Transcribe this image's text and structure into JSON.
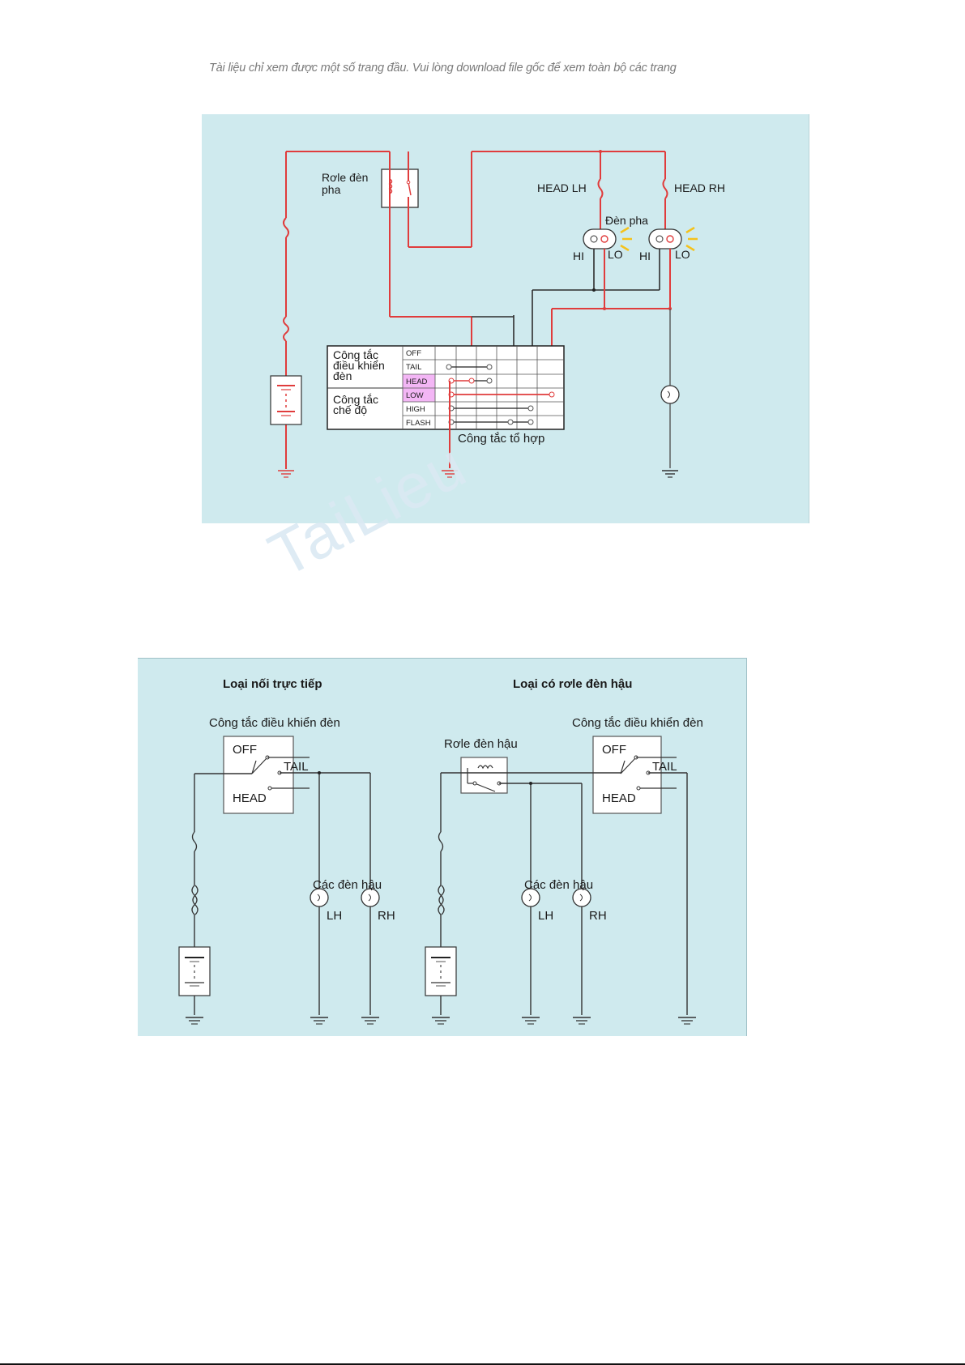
{
  "notice": "Tài liệu chỉ xem được một số trang đầu. Vui lòng download file gốc để xem toàn bộ các trang",
  "watermark": "TaiLieu",
  "diagram1": {
    "relay_label_line1": "Rơle đèn",
    "relay_label_line2": "pha",
    "fuse_lh": "HEAD LH",
    "fuse_rh": "HEAD RH",
    "headlamp_label": "Đèn pha",
    "hi": "HI",
    "lo": "LO",
    "switch_title": "Công tắc tổ hợp",
    "light_switch_label": [
      "Công tắc",
      "điều khiển",
      "đèn"
    ],
    "mode_switch_label": [
      "Công tắc",
      "chế độ"
    ],
    "positions": [
      "OFF",
      "TAIL",
      "HEAD",
      "LOW",
      "HIGH",
      "FLASH"
    ],
    "highlighted_positions": [
      "HEAD",
      "LOW"
    ],
    "wire_active_color": "#e03c3c",
    "wire_idle_color": "#222222",
    "highlight_color": "#f3b6f5"
  },
  "diagram2": {
    "left_title": "Loại nối trực tiếp",
    "right_title": "Loại có rơle đèn hậu",
    "switch_label": "Công tắc điều khiển đèn",
    "relay_label": "Rơle đèn hậu",
    "off": "OFF",
    "tail": "TAIL",
    "head": "HEAD",
    "tail_lamps": "Các đèn hậu",
    "lh": "LH",
    "rh": "RH"
  }
}
